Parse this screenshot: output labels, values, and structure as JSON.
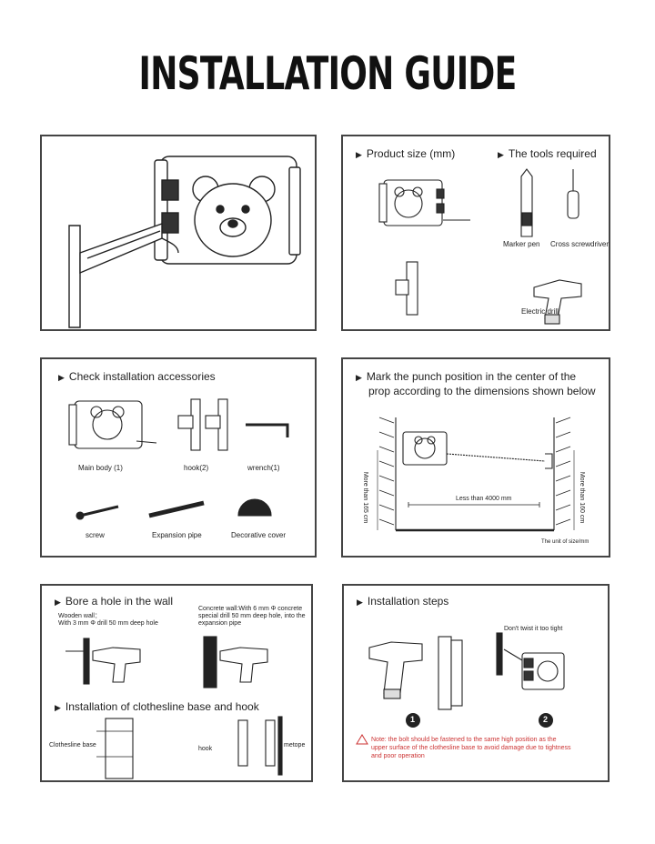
{
  "title": "INSTALLATION GUIDE",
  "panel2": {
    "product_size": "Product size (mm)",
    "tools_required": "The tools required",
    "tools": [
      "Marker pen",
      "Cross screwdriver",
      "Electric drill"
    ]
  },
  "panel3": {
    "heading": "Check installation accessories",
    "items": [
      "Main body (1)",
      "hook(2)",
      "wrench(1)",
      "screw",
      "Expansion pipe",
      "Decorative cover"
    ]
  },
  "panel4": {
    "heading_line1": "Mark the punch position in the center of the",
    "heading_line2": "prop according to the dimensions shown below",
    "left_dim": "More than 165 cm",
    "right_dim": "More than 160 cm",
    "distance": "Less than 4000 mm",
    "unit": "The unit of size/mm"
  },
  "panel5": {
    "heading_bore": "Bore a hole in the wall",
    "wooden_line1": "Wooden wall：",
    "wooden_line2": "With 3 mm Φ drill 50 mm deep hole",
    "concrete_line1": "Concrete wall:With 6 mm Φ concrete",
    "concrete_line2": "special drill 50 mm deep hole, into the",
    "concrete_line3": "expansion pipe",
    "heading_install": "Installation of clothesline base and hook",
    "base_label": "Clothesline base",
    "hook_label": "hook",
    "metope_label": "metope"
  },
  "panel6": {
    "heading": "Installation steps",
    "warning_top": "Don't twist it too tight",
    "step1": "1",
    "step2": "2",
    "note_line1": "Note: the bolt should be fastened to the same high position as the",
    "note_line2": "upper surface of the clothesline base to avoid damage due to tightness",
    "note_line3": "and poor operation"
  }
}
